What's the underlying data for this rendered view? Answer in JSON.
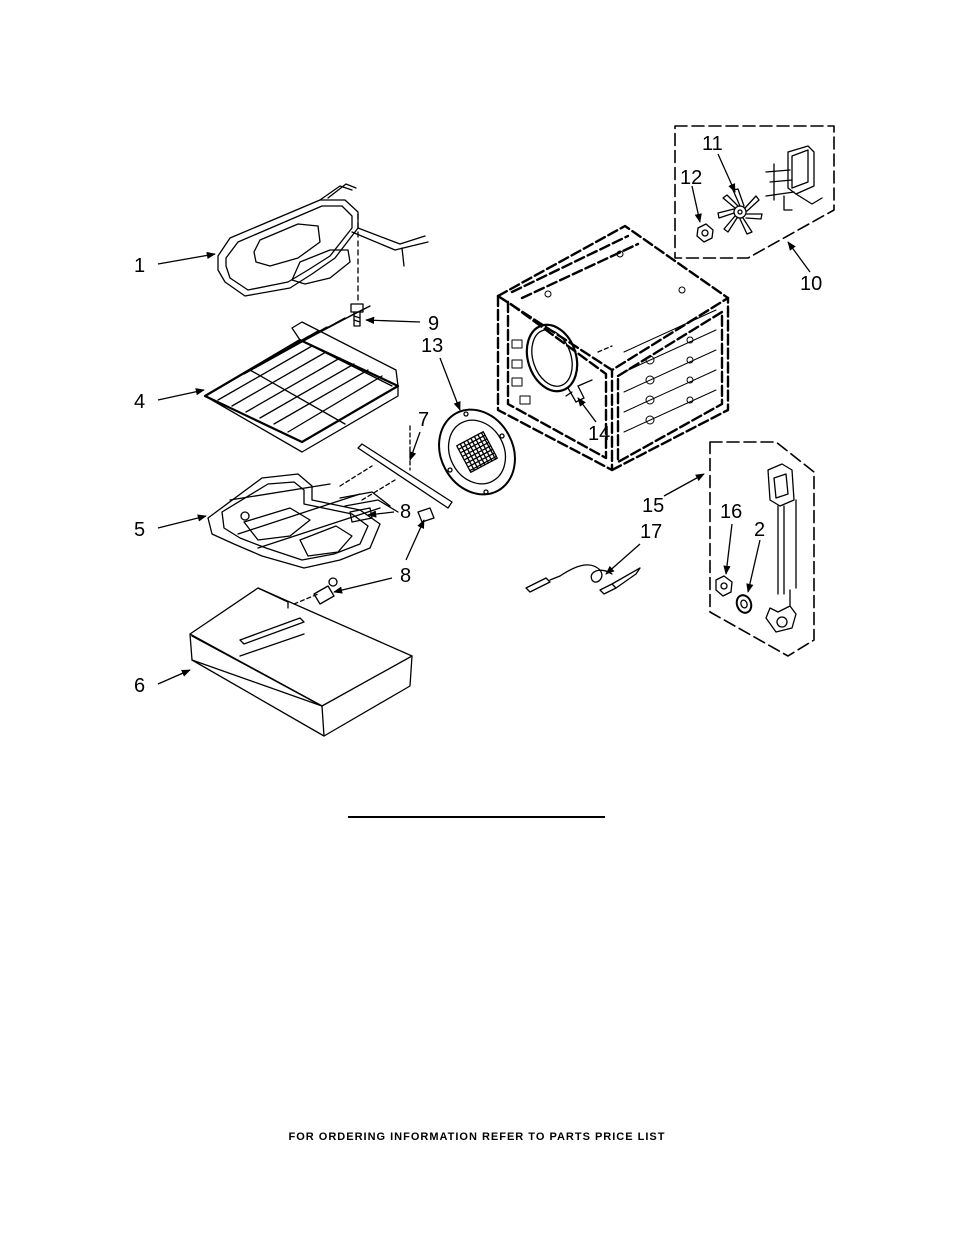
{
  "callouts": {
    "c1": "1",
    "c2": "2",
    "c4": "4",
    "c5": "5",
    "c6": "6",
    "c7": "7",
    "c8a": "8",
    "c8b": "8",
    "c9": "9",
    "c10": "10",
    "c11": "11",
    "c12": "12",
    "c13": "13",
    "c14": "14",
    "c15": "15",
    "c16": "16",
    "c17": "17"
  },
  "footer": {
    "text": "FOR ORDERING INFORMATION REFER TO PARTS PRICE LIST"
  },
  "colors": {
    "ink": "#000000",
    "paper": "#ffffff"
  }
}
